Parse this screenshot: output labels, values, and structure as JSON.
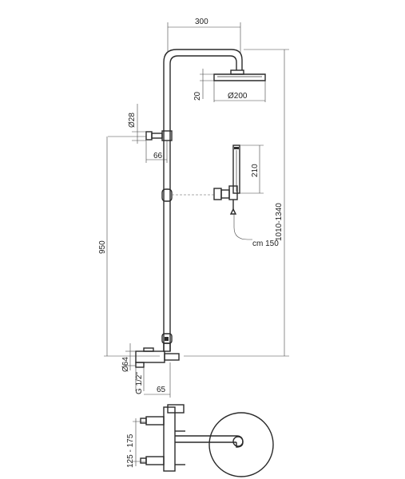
{
  "dimensions": {
    "width_top": "300",
    "head_diameter": "Ø200",
    "head_thickness": "20",
    "diameter_28": "Ø28",
    "offset_66": "66",
    "hand_length": "210",
    "total_height": "1010-1340",
    "hose": "cm 150",
    "height_950": "950",
    "diameter_64": "Ø64",
    "thread": "G 1/2\"",
    "offset_65": "65",
    "spacing": "125 - 175"
  }
}
